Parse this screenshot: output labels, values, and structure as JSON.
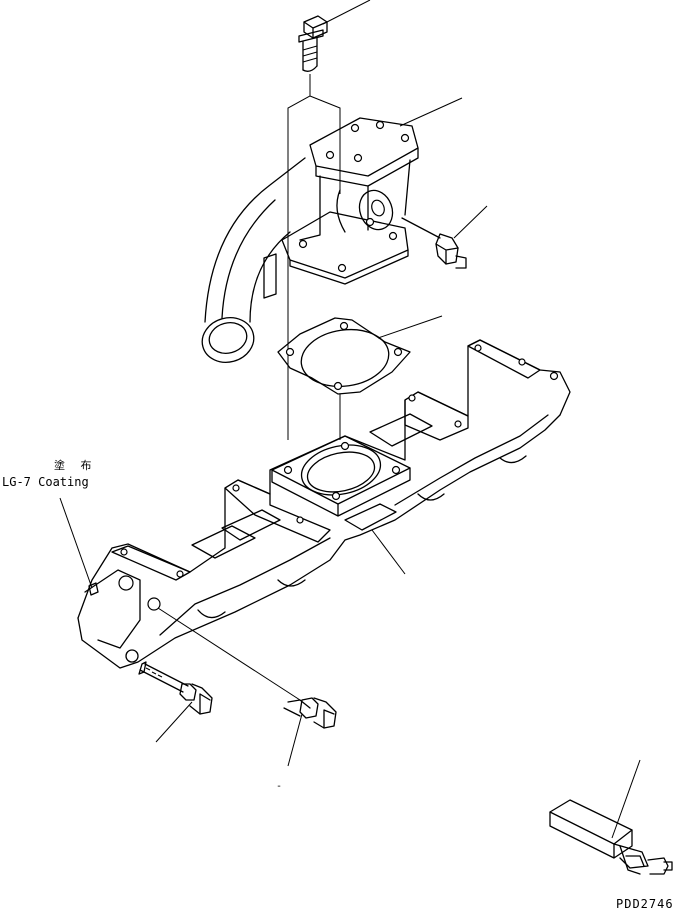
{
  "annotation": {
    "coating_jp": "塗 布",
    "coating_en": "LG-7 Coating"
  },
  "drawing_code": "PDD2746",
  "stray_mark": "-"
}
